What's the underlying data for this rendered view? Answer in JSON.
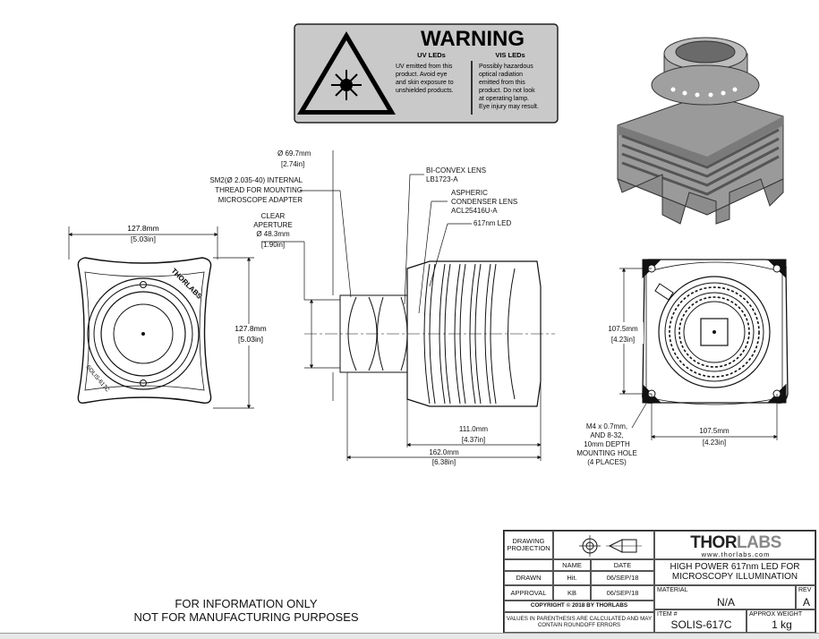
{
  "warning": {
    "title": "WARNING",
    "uv_heading": "UV LEDs",
    "uv_text": [
      "UV emitted from this",
      "product. Avoid eye",
      "and skin exposure to",
      "unshielded products."
    ],
    "vis_heading": "VIS LEDs",
    "vis_text": [
      "Possibly hazardous",
      "optical radiation",
      "emitted from this",
      "product. Do not look",
      "at operating lamp.",
      "Eye injury may result."
    ]
  },
  "front_view": {
    "width_mm": "127.8mm",
    "width_in": "[5.03in]",
    "height_mm": "127.8mm",
    "height_in": "[5.03in]",
    "label_brand": "THORLABS",
    "label_part": "SOLIS-617C"
  },
  "side_view": {
    "dia_outer_mm": "Ø 69.7mm",
    "dia_outer_in": "[2.74in]",
    "thread_lines": [
      "SM2(Ø 2.035-40) INTERNAL",
      "THREAD FOR MOUNTING",
      "MICROSCOPE ADAPTER"
    ],
    "aperture_lines": [
      "CLEAR",
      "APERTURE",
      "Ø 48.3mm"
    ],
    "aperture_in": "[1.90in]",
    "lens1_lines": [
      "BI-CONVEX LENS",
      "LB1723-A"
    ],
    "lens2_lines": [
      "ASPHERIC",
      "CONDENSER LENS",
      "ACL25416U-A"
    ],
    "led_label": "617nm LED",
    "len1_mm": "111.0mm",
    "len1_in": "[4.37in]",
    "len2_mm": "162.0mm",
    "len2_in": "[6.38in]"
  },
  "back_view": {
    "height_mm": "107.5mm",
    "height_in": "[4.23in]",
    "width_mm": "107.5mm",
    "width_in": "[4.23in]",
    "hole_lines": [
      "M4 x 0.7mm,",
      "AND 8-32,",
      "10mm DEPTH",
      "MOUNTING HOLE",
      "(4 PLACES)"
    ]
  },
  "notice": [
    "FOR INFORMATION ONLY",
    "NOT FOR MANUFACTURING PURPOSES"
  ],
  "title_block": {
    "drawing_projection": "DRAWING PROJECTION",
    "name_header": "NAME",
    "date_header": "DATE",
    "drawn_label": "DRAWN",
    "drawn_name": "Hit.",
    "drawn_date": "06/SEP/18",
    "approval_label": "APPROVAL",
    "approval_name": "KB",
    "approval_date": "06/SEP/18",
    "copyright": "COPYRIGHT © 2018 BY THORLABS",
    "values_note": "VALUES IN PARENTHESIS ARE CALCULATED AND MAY CONTAIN ROUNDOFF ERRORS",
    "logo_dark": "THOR",
    "logo_light": "LABS",
    "website": "www.thorlabs.com",
    "title": "HIGH POWER 617nm LED FOR MICROSCOPY ILLUMINATION",
    "material_label": "MATERIAL",
    "material_value": "N/A",
    "rev_label": "REV",
    "rev_value": "A",
    "item_label": "ITEM #",
    "item_value": "SOLIS-617C",
    "weight_label": "APPROX WEIGHT",
    "weight_value": "1 kg"
  }
}
